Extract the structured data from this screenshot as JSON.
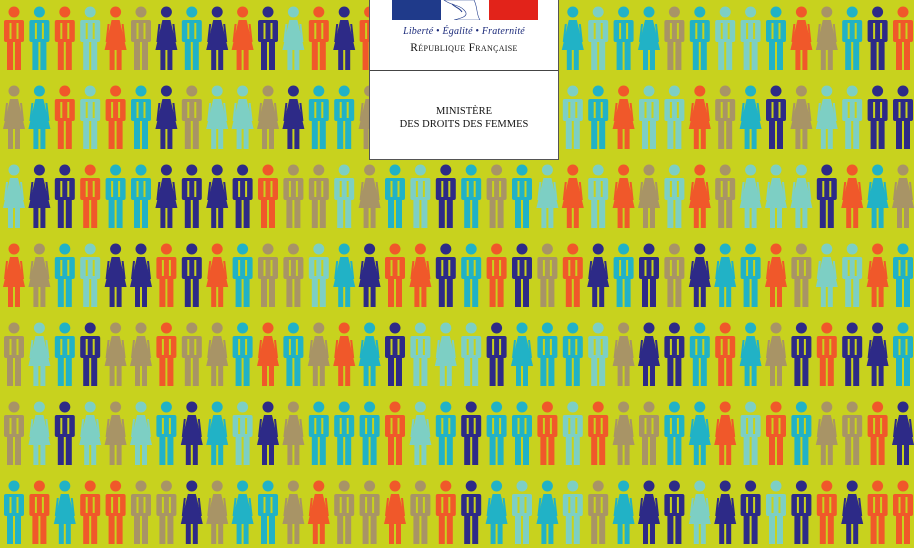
{
  "logo": {
    "motto": "Liberté • Égalité • Fraternité",
    "republic": "République Française",
    "colors": {
      "blue": "#1f3a8a",
      "red": "#e2231a",
      "white": "#ffffff"
    }
  },
  "ministry": {
    "line1": "MINISTÈRE",
    "line2": "DES DROITS DES FEMMES"
  },
  "pattern": {
    "background": "#c8d21e",
    "colors": [
      "#2d2a87",
      "#21b2c6",
      "#f0582a",
      "#a89466",
      "#7dcfc4"
    ],
    "rows": 7,
    "columns": 36,
    "icon_types": [
      "man-icon",
      "woman-icon"
    ]
  }
}
